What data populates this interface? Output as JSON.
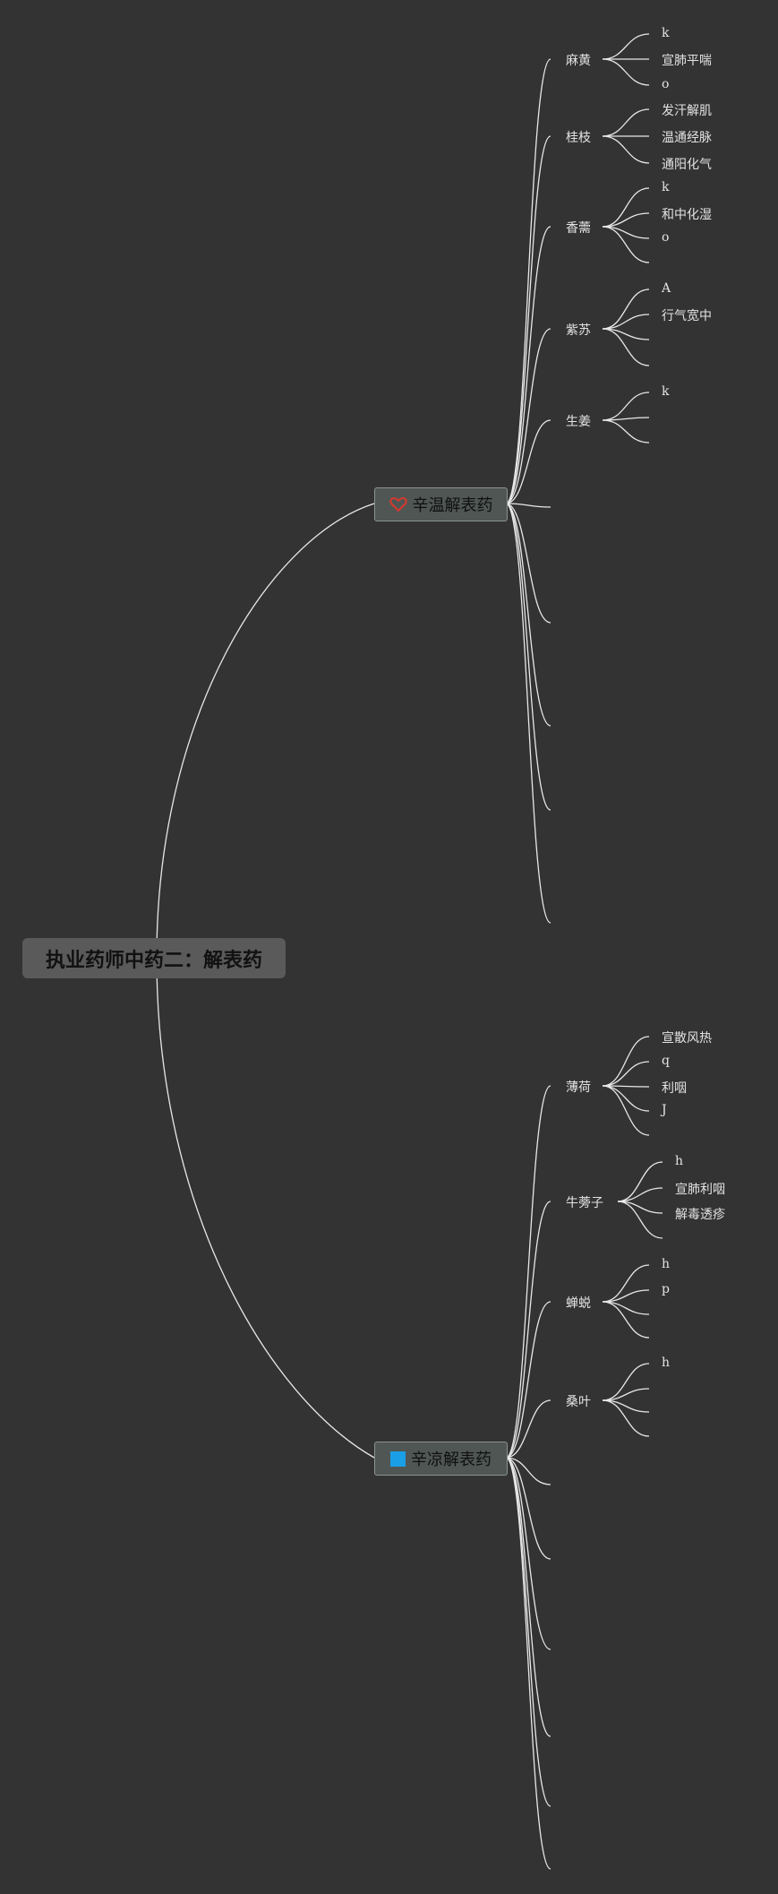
{
  "root": {
    "label": "执业药师中药二：解表药"
  },
  "branches": [
    {
      "label": "辛温解表药",
      "icon": "heart-outline-icon",
      "icon_color": "#d9382c",
      "herbs": [
        {
          "label": "麻黄",
          "leaves": [
            "k",
            "宣肺平喘",
            "o"
          ]
        },
        {
          "label": "桂枝",
          "leaves": [
            "发汗解肌",
            "温通经脉",
            "通阳化气"
          ]
        },
        {
          "label": "香薷",
          "leaves": [
            "k",
            "和中化湿",
            "o",
            ""
          ]
        },
        {
          "label": "紫苏",
          "leaves": [
            "A",
            "行气宽中",
            "",
            ""
          ]
        },
        {
          "label": "生姜",
          "leaves": [
            "k",
            "",
            ""
          ]
        }
      ]
    },
    {
      "label": "辛凉解表药",
      "icon": "blue-square-icon",
      "icon_color": "#1a9ee6",
      "herbs": [
        {
          "label": "薄荷",
          "leaves": [
            "宣散风热",
            "q",
            "利咽",
            "J",
            ""
          ]
        },
        {
          "label": "牛蒡子",
          "leaves": [
            "h",
            "宣肺利咽",
            "解毒透疹",
            ""
          ]
        },
        {
          "label": "蝉蜕",
          "leaves": [
            "h",
            "p",
            "",
            ""
          ]
        },
        {
          "label": "桑叶",
          "leaves": [
            "h",
            "",
            "",
            ""
          ]
        }
      ]
    }
  ]
}
